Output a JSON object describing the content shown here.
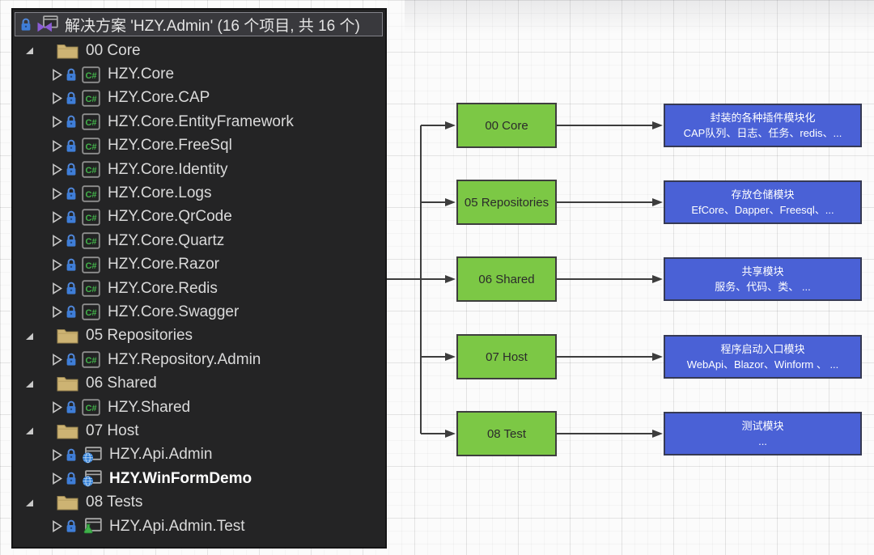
{
  "solution_panel": {
    "header": {
      "label": "解决方案 'HZY.Admin' (16 个项目, 共 16 个)"
    },
    "items": [
      {
        "label": "00 Core",
        "type": "folder",
        "expanded": true
      },
      {
        "label": "HZY.Core",
        "type": "csharp"
      },
      {
        "label": "HZY.Core.CAP",
        "type": "csharp"
      },
      {
        "label": "HZY.Core.EntityFramework",
        "type": "csharp"
      },
      {
        "label": "HZY.Core.FreeSql",
        "type": "csharp"
      },
      {
        "label": "HZY.Core.Identity",
        "type": "csharp"
      },
      {
        "label": "HZY.Core.Logs",
        "type": "csharp"
      },
      {
        "label": "HZY.Core.QrCode",
        "type": "csharp"
      },
      {
        "label": "HZY.Core.Quartz",
        "type": "csharp"
      },
      {
        "label": "HZY.Core.Razor",
        "type": "csharp"
      },
      {
        "label": "HZY.Core.Redis",
        "type": "csharp"
      },
      {
        "label": "HZY.Core.Swagger",
        "type": "csharp"
      },
      {
        "label": "05 Repositories",
        "type": "folder",
        "expanded": true
      },
      {
        "label": "HZY.Repository.Admin",
        "type": "csharp"
      },
      {
        "label": "06 Shared",
        "type": "folder",
        "expanded": true
      },
      {
        "label": "HZY.Shared",
        "type": "csharp"
      },
      {
        "label": "07 Host",
        "type": "folder",
        "expanded": true
      },
      {
        "label": "HZY.Api.Admin",
        "type": "web"
      },
      {
        "label": "HZY.WinFormDemo",
        "type": "web",
        "bold": true
      },
      {
        "label": "08 Tests",
        "type": "folder",
        "expanded": true
      },
      {
        "label": "HZY.Api.Admin.Test",
        "type": "test"
      }
    ]
  },
  "diagram": {
    "rows": [
      {
        "node": "00 Core",
        "desc_line1": "封装的各种插件模块化",
        "desc_line2": "CAP队列、日志、任务、redis、..."
      },
      {
        "node": "05 Repositories",
        "desc_line1": "存放仓储模块",
        "desc_line2": "EfCore、Dapper、Freesql、..."
      },
      {
        "node": "06 Shared",
        "desc_line1": "共享模块",
        "desc_line2": "服务、代码、类、 ..."
      },
      {
        "node": "07 Host",
        "desc_line1": "程序启动入口模块",
        "desc_line2": "WebApi、Blazor、Winform 、 ..."
      },
      {
        "node": "08 Test",
        "desc_line1": "测试模块",
        "desc_line2": "..."
      }
    ]
  },
  "icons": {
    "lock": "blue padlock",
    "solution": "purple VS bowtie over window",
    "folder": "tan folder",
    "csharp": "C# in bordered square",
    "web": "window with blue globe",
    "test": "window with green flask",
    "collapsed": "hollow right triangle",
    "expanded": "filled lower-right triangle"
  },
  "colors": {
    "panel_bg": "#242425",
    "node_green": "#7cc845",
    "desc_blue": "#4a61d6",
    "folder_tan": "#cdb373",
    "lock_blue": "#3f7ed8",
    "csharp_green": "#42b24a",
    "connector": "#3d3d3d"
  }
}
